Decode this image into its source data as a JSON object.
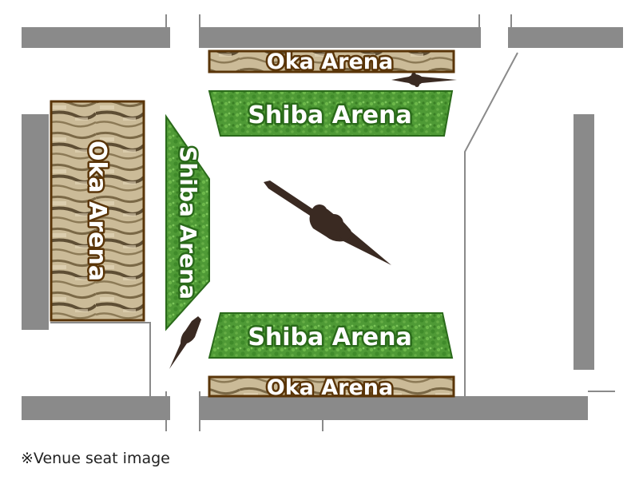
{
  "colors": {
    "wall": "#8a8a8a",
    "grass_light": "#5aa63e",
    "grass_dark": "#2f7a22",
    "rock_light": "#d9c9a8",
    "rock_dark": "#6b5a3e",
    "rock_border": "#5a3508",
    "silhouette": "#3a2a22"
  },
  "icons": [
    "crocodile-silhouette",
    "dinosaur-silhouette"
  ],
  "sections": {
    "oka_top": "Oka Arena",
    "oka_left": "Oka Arena",
    "oka_bottom": "Oka Arena",
    "shiba_top": "Shiba Arena",
    "shiba_left": "Shiba Arena",
    "shiba_bottom": "Shiba Arena"
  },
  "note": "※Venue seat image"
}
